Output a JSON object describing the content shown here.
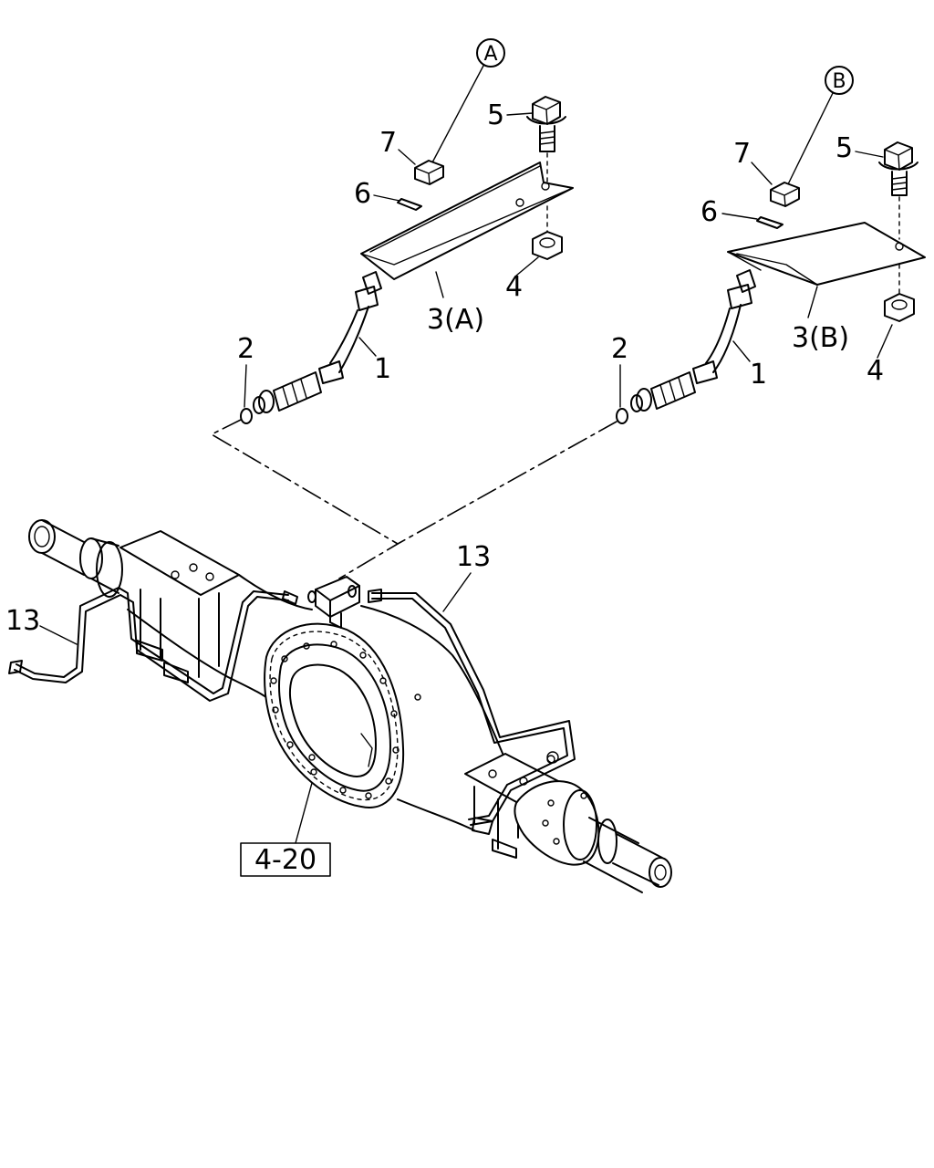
{
  "labels": {
    "circle_a": "A",
    "circle_b": "B",
    "p1": "1",
    "p2": "2",
    "p3a": "3(A)",
    "p3b": "3(B)",
    "p4": "4",
    "p5": "5",
    "p6": "6",
    "p7": "7",
    "p13": "13",
    "ref_box": "4-20"
  }
}
